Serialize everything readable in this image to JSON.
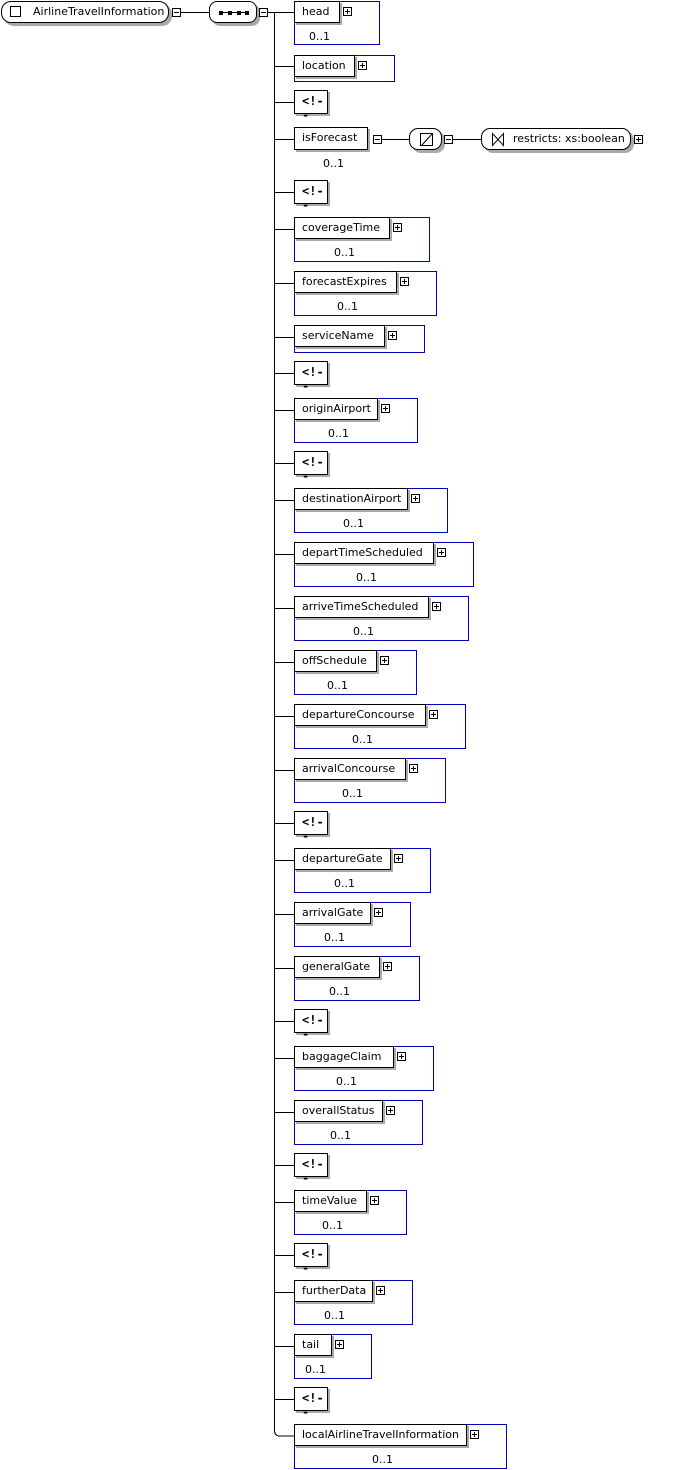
{
  "root": {
    "label": "AirlineTravelInformation"
  },
  "is_forecast": {
    "label": "isForecast",
    "occurrence": "0..1"
  },
  "restriction": {
    "label": "restricts: xs:boolean"
  },
  "comment_glyph": "<!--",
  "elements": [
    {
      "label": "head",
      "occurrence": "0..1"
    },
    {
      "label": "location",
      "occurrence": ""
    },
    {
      "label": "coverageTime",
      "occurrence": "0..1"
    },
    {
      "label": "forecastExpires",
      "occurrence": "0..1"
    },
    {
      "label": "serviceName",
      "occurrence": ""
    },
    {
      "label": "originAirport",
      "occurrence": "0..1"
    },
    {
      "label": "destinationAirport",
      "occurrence": "0..1"
    },
    {
      "label": "departTimeScheduled",
      "occurrence": "0..1"
    },
    {
      "label": "arriveTimeScheduled",
      "occurrence": "0..1"
    },
    {
      "label": "offSchedule",
      "occurrence": "0..1"
    },
    {
      "label": "departureConcourse",
      "occurrence": "0..1"
    },
    {
      "label": "arrivalConcourse",
      "occurrence": "0..1"
    },
    {
      "label": "departureGate",
      "occurrence": "0..1"
    },
    {
      "label": "arrivalGate",
      "occurrence": "0..1"
    },
    {
      "label": "generalGate",
      "occurrence": "0..1"
    },
    {
      "label": "baggageClaim",
      "occurrence": "0..1"
    },
    {
      "label": "overallStatus",
      "occurrence": "0..1"
    },
    {
      "label": "timeValue",
      "occurrence": "0..1"
    },
    {
      "label": "furtherData",
      "occurrence": "0..1"
    },
    {
      "label": "tail",
      "occurrence": "0..1"
    },
    {
      "label": "localAirlineTravelInformation",
      "occurrence": "0..1"
    }
  ]
}
